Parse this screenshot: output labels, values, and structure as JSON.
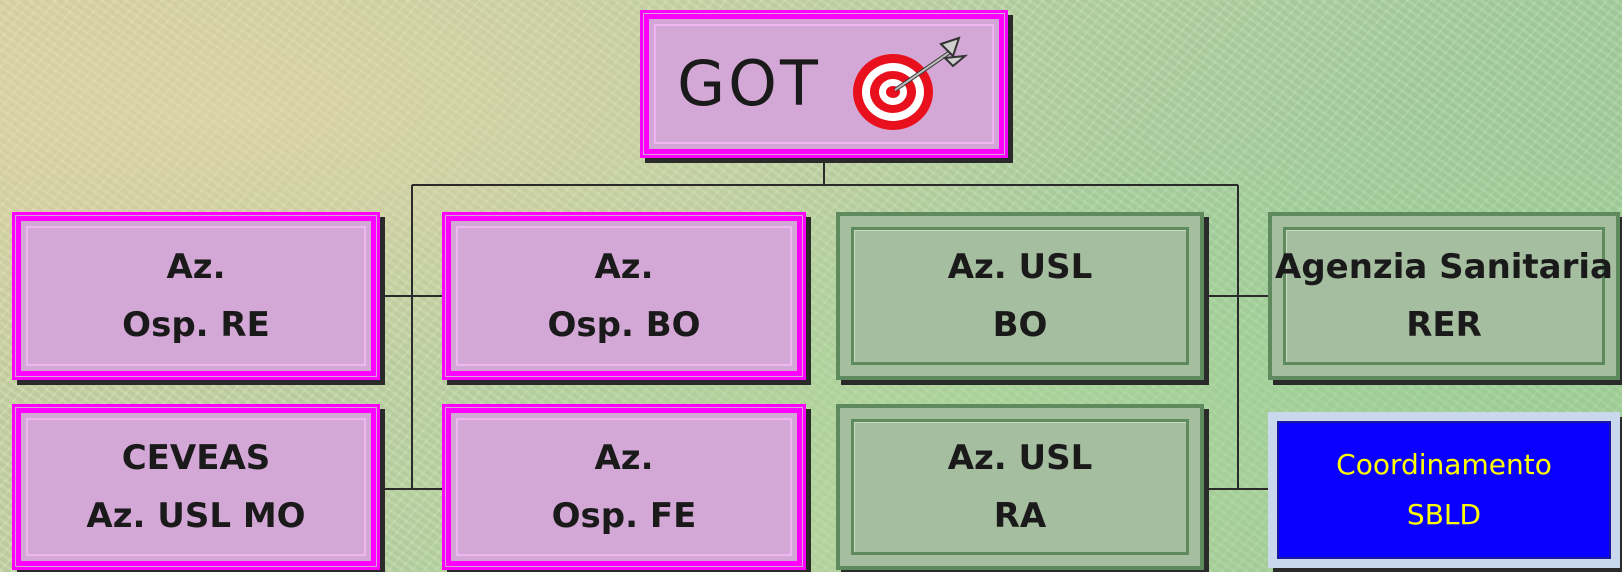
{
  "root": {
    "title": "GOT",
    "icon": "target-with-arrow-icon"
  },
  "nodes": [
    {
      "id": "az-osp-re",
      "lines": [
        "Az.",
        "Osp. RE"
      ],
      "style": "pink"
    },
    {
      "id": "az-osp-bo",
      "lines": [
        "Az.",
        "Osp. BO"
      ],
      "style": "pink"
    },
    {
      "id": "az-usl-bo",
      "lines": [
        "Az. USL",
        "BO"
      ],
      "style": "green"
    },
    {
      "id": "agenzia-sanitaria-rer",
      "lines": [
        "Agenzia Sanitaria",
        "RER"
      ],
      "style": "green"
    },
    {
      "id": "ceveas-az-usl-mo",
      "lines": [
        "CEVEAS",
        "Az. USL MO"
      ],
      "style": "pink"
    },
    {
      "id": "az-osp-fe",
      "lines": [
        "Az.",
        "Osp. FE"
      ],
      "style": "pink"
    },
    {
      "id": "az-usl-ra",
      "lines": [
        "Az. USL",
        "RA"
      ],
      "style": "green"
    },
    {
      "id": "coordinamento-sbld",
      "lines": [
        "Coordinamento",
        "SBLD"
      ],
      "style": "blue"
    }
  ],
  "colors": {
    "pink_fill": "#d4a8d6",
    "pink_border": "#ff00ff",
    "green_fill": "#a6bea0",
    "green_border": "#5e8a5e",
    "blue_fill": "#0a00ff",
    "blue_text": "#ffff00",
    "connector": "#2a2a2a"
  }
}
